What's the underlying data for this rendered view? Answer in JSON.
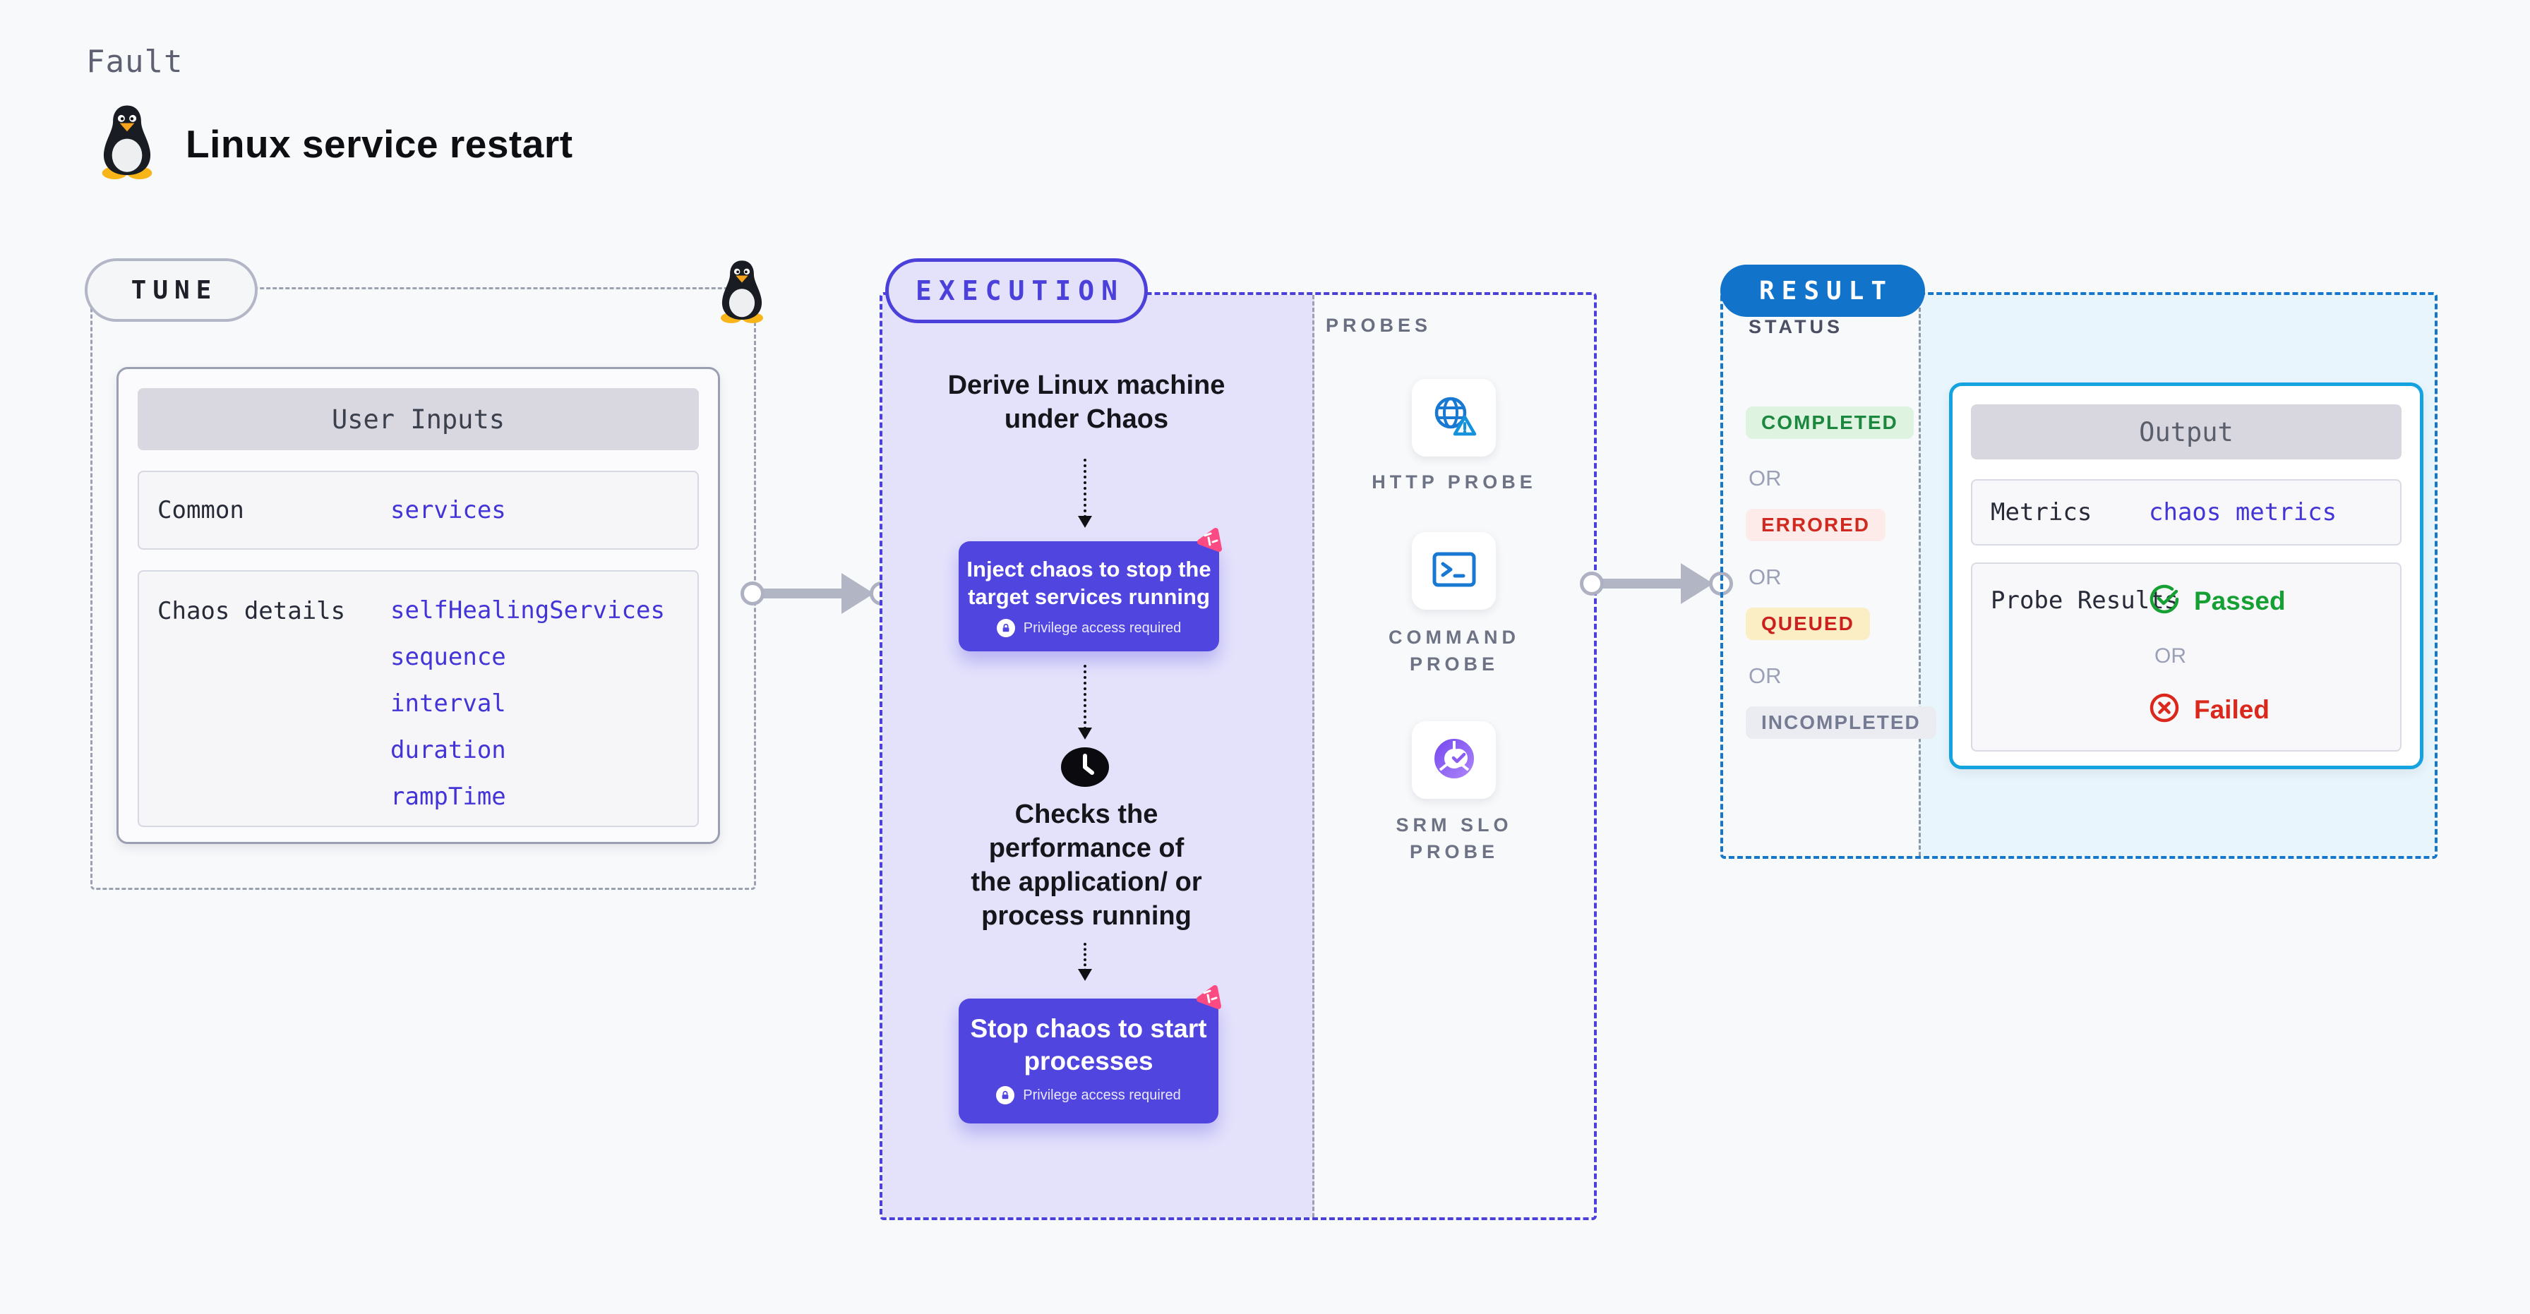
{
  "page": {
    "category": "Fault",
    "title": "Linux service restart"
  },
  "tune": {
    "label": "TUNE",
    "card": {
      "header": "User Inputs",
      "rows": [
        {
          "label": "Common",
          "values": [
            "services"
          ]
        },
        {
          "label": "Chaos details",
          "values": [
            "selfHealingServices",
            "sequence",
            "interval",
            "duration",
            "rampTime"
          ]
        }
      ]
    }
  },
  "execution": {
    "label": "EXECUTION"
  },
  "flow": {
    "derive": "Derive Linux machine\nunder Chaos",
    "inject": {
      "title": "Inject chaos to stop the\ntarget services running",
      "privilege": "Privilege access required"
    },
    "checks": "Checks the\nperformance of\nthe application/ or\nprocess running",
    "stop": {
      "title": "Stop chaos to start\nprocesses",
      "privilege": "Privilege access required"
    }
  },
  "probes": {
    "label": "PROBES",
    "items": [
      {
        "label": "HTTP PROBE",
        "icon": "globe-warning-icon"
      },
      {
        "label": "COMMAND\nPROBE",
        "icon": "terminal-icon"
      },
      {
        "label": "SRM SLO\nPROBE",
        "icon": "slo-donut-check-icon"
      }
    ]
  },
  "result": {
    "label": "RESULT",
    "status": {
      "heading": "STATUS",
      "separator": "OR",
      "badges": [
        {
          "text": "COMPLETED",
          "color": "#1b873f",
          "bg": "#def3e0"
        },
        {
          "text": "ERRORED",
          "color": "#d02a20",
          "bg": "#fcebe9"
        },
        {
          "text": "QUEUED",
          "color": "#cb201d",
          "bg": "#fbeec5"
        },
        {
          "text": "INCOMPLETED",
          "color": "#757b93",
          "bg": "#ebecf2"
        }
      ]
    },
    "output": {
      "header": "Output",
      "metrics_label": "Metrics",
      "metrics_value": "chaos metrics",
      "probe_label": "Probe Results",
      "passed": "Passed",
      "or": "OR",
      "failed": "Failed"
    }
  },
  "colors": {
    "page_bg": "#f8f9fb",
    "indigo_border": "#4b40d9",
    "execution_fill": "#e4e2fb",
    "button_indigo": "#5145e0",
    "litmus_pink": "#fb4b82",
    "result_blue": "#1173ca",
    "output_border_cyan": "#15a3e0",
    "output_fill_cyan": "#e9f5fc",
    "link_blue": "#4334d8",
    "passed_green": "#16a034",
    "failed_red": "#da291c",
    "arrow_gray": "#b2b5c4"
  }
}
